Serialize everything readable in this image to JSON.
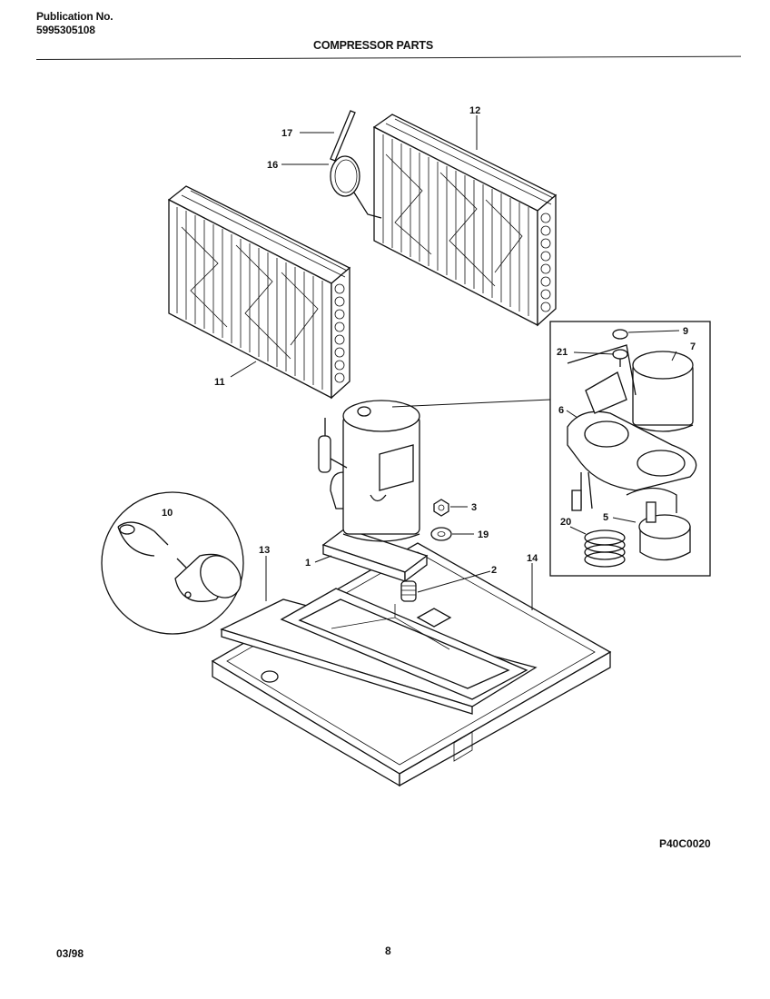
{
  "header": {
    "publication_label": "Publication No.",
    "publication_number": "5995305108",
    "title": "COMPRESSOR PARTS"
  },
  "callouts": {
    "c1": "1",
    "c2": "2",
    "c3": "3",
    "c5": "5",
    "c6": "6",
    "c7": "7",
    "c9": "9",
    "c10": "10",
    "c11": "11",
    "c12": "12",
    "c13": "13",
    "c14": "14",
    "c16": "16",
    "c17": "17",
    "c19": "19",
    "c20": "20",
    "c21": "21"
  },
  "footer": {
    "drawing_number": "P40C0020",
    "date": "03/98",
    "page": "8"
  }
}
